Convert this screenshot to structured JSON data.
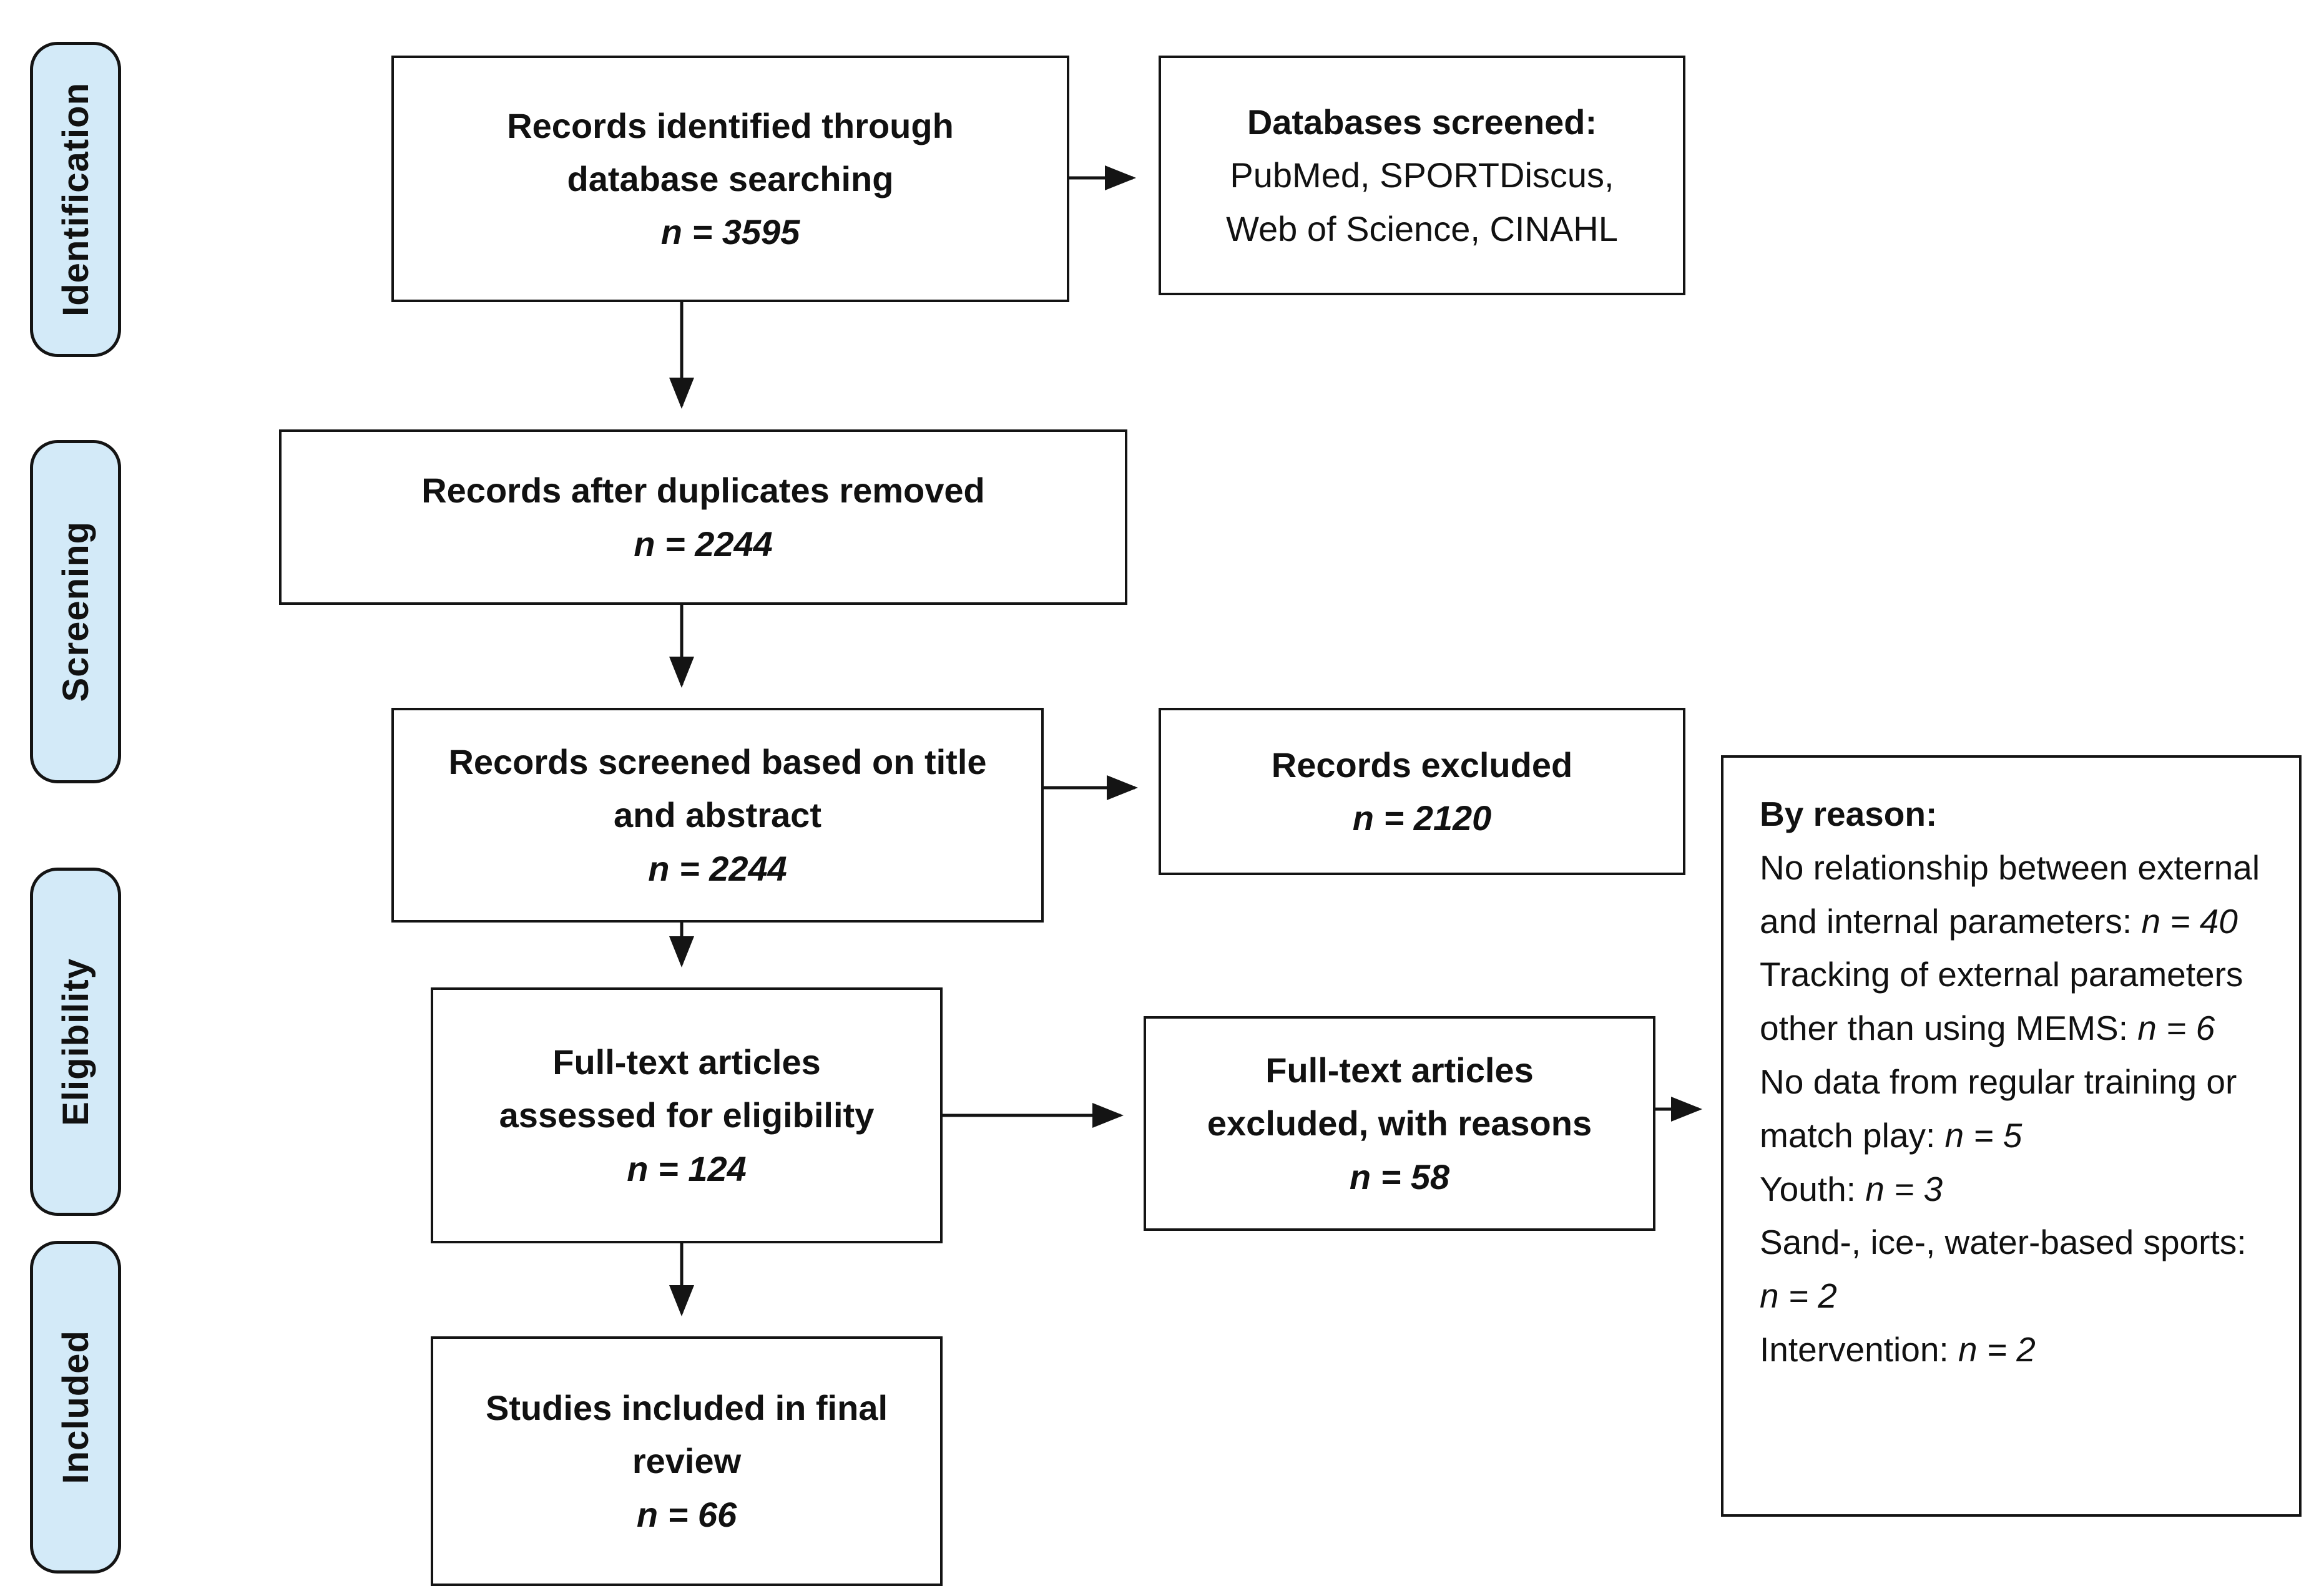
{
  "figure_type": "PRISMA flow diagram",
  "sidebar": {
    "fill_color": "#d3eaf8",
    "border_color": "#141414",
    "stages": [
      {
        "label": "Identification"
      },
      {
        "label": "Screening"
      },
      {
        "label": "Eligibility"
      },
      {
        "label": "Included"
      }
    ]
  },
  "boxes": {
    "records_identified": {
      "title": "Records identified through\ndatabase searching",
      "count": "n = 3595"
    },
    "databases_screened": {
      "title": "Databases screened:",
      "body": "PubMed, SPORTDiscus,\nWeb of Science, CINAHL"
    },
    "duplicates_removed": {
      "title": "Records after duplicates removed",
      "count": "n = 2244"
    },
    "records_screened": {
      "title": "Records screened based on title\nand abstract",
      "count": "n = 2244"
    },
    "records_excluded": {
      "title": "Records excluded",
      "count": "n = 2120"
    },
    "fulltext_assessed": {
      "title": "Full-text articles\nassessed for eligibility",
      "count": "n = 124"
    },
    "fulltext_excluded": {
      "title": "Full-text articles\nexcluded, with reasons",
      "count": "n = 58"
    },
    "studies_included": {
      "title": "Studies included in final\nreview",
      "count": "n = 66"
    },
    "exclusion_reasons": {
      "title": "By reason:",
      "reasons": [
        "No relationship between external and internal parameters: n = 40",
        "Tracking of external parameters other than using MEMS: n = 6",
        "No data from regular training or match play: n = 5",
        "Youth: n = 3",
        "Sand-, ice-, water-based sports: n = 2",
        "Intervention: n = 2"
      ]
    }
  }
}
